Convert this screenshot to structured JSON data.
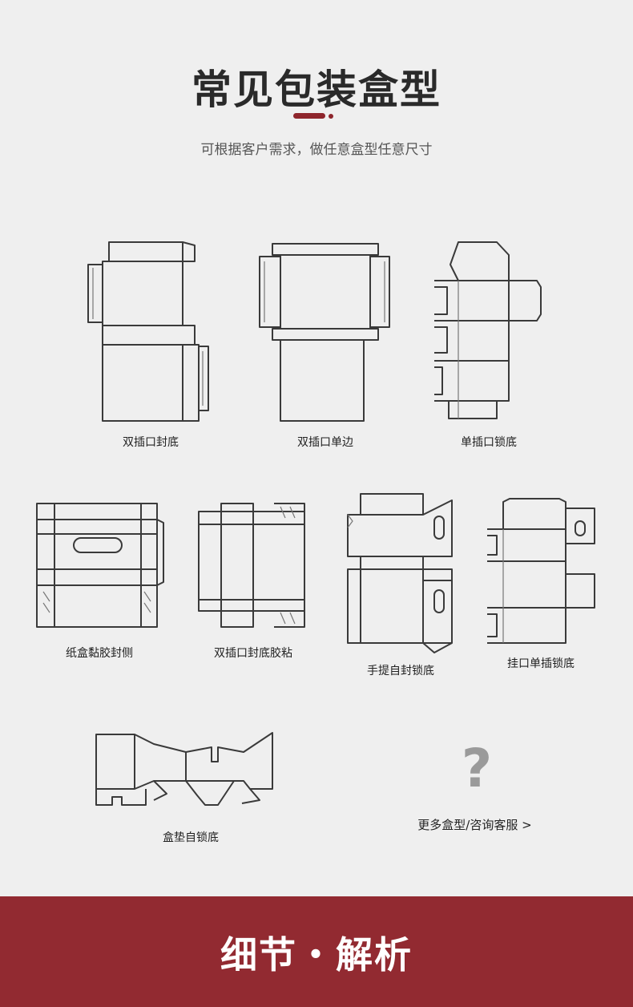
{
  "header": {
    "title": "常见包装盒型",
    "subtitle": "可根据客户需求，做任意盒型任意尺寸"
  },
  "box_types": [
    {
      "label": "双插口封底"
    },
    {
      "label": "双插口单边"
    },
    {
      "label": "单插口锁底"
    },
    {
      "label": "纸盒黏胶封侧"
    },
    {
      "label": "双插口封底胶粘"
    },
    {
      "label": "手提自封锁底"
    },
    {
      "label": "挂口单插锁底"
    },
    {
      "label": "盒垫自锁底"
    }
  ],
  "more": {
    "icon": "question-mark-icon",
    "symbol": "?",
    "label": "更多盒型/咨询客服 >"
  },
  "footer": {
    "text": "细节・解析"
  },
  "colors": {
    "accent": "#922a31",
    "background": "#efefef",
    "line": "#3a3a3a"
  }
}
